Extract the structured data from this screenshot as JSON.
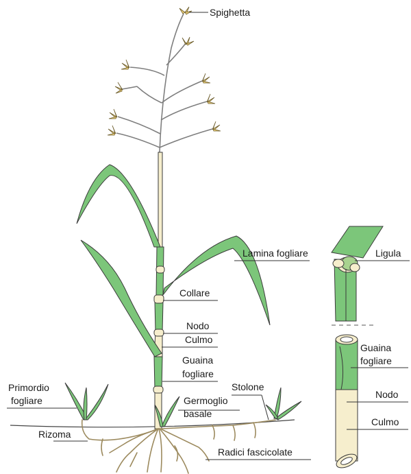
{
  "labels": {
    "spighetta": "Spighetta",
    "lamina_fogliare": "Lamina fogliare",
    "ligula": "Ligula",
    "collare": "Collare",
    "nodo_main": "Nodo",
    "culmo_main": "Culmo",
    "guaina_main": [
      "Guaina",
      "fogliare"
    ],
    "primordio": [
      "Primordio",
      "fogliare"
    ],
    "stolone": "Stolone",
    "germoglio": [
      "Germoglio",
      "basale"
    ],
    "rizoma": "Rizoma",
    "radici": "Radici fascicolate",
    "guaina_detail": [
      "Guaina",
      "fogliare"
    ],
    "nodo_detail": "Nodo",
    "culmo_detail": "Culmo"
  },
  "colors": {
    "leaf_green": "#7cc67a",
    "cream": "#f6eecd",
    "floret_yellow": "#f1d47e",
    "root_brown": "#9c8a5e",
    "outline": "#3a3a3a"
  }
}
